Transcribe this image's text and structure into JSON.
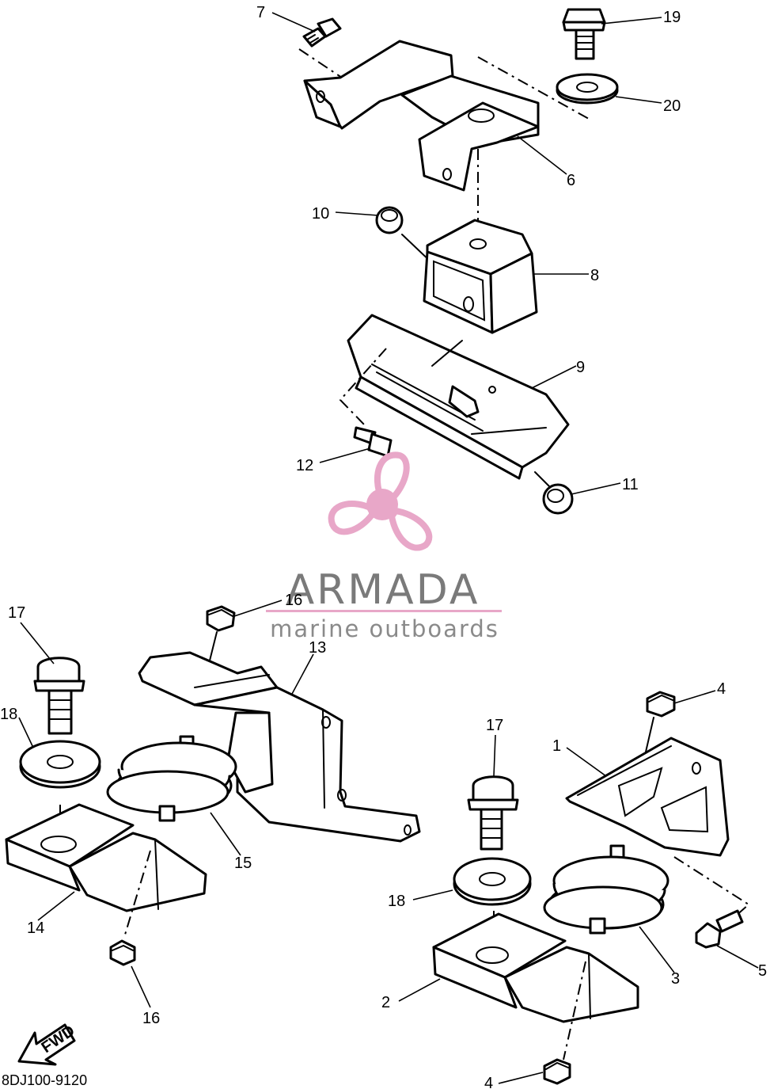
{
  "diagram": {
    "callouts": [
      "7",
      "19",
      "20",
      "6",
      "10",
      "8",
      "9",
      "12",
      "11",
      "16",
      "17",
      "18",
      "13",
      "14",
      "15",
      "16",
      "17",
      "4",
      "1",
      "18",
      "3",
      "5",
      "2",
      "4"
    ],
    "direction_label": "FWD",
    "drawing_code": "8DJ100-9120"
  },
  "watermark": {
    "brand": "ARMADA",
    "tagline": "marine outboards",
    "accent_color": "#e8a7c8",
    "text_color": "#7a7a7a"
  }
}
